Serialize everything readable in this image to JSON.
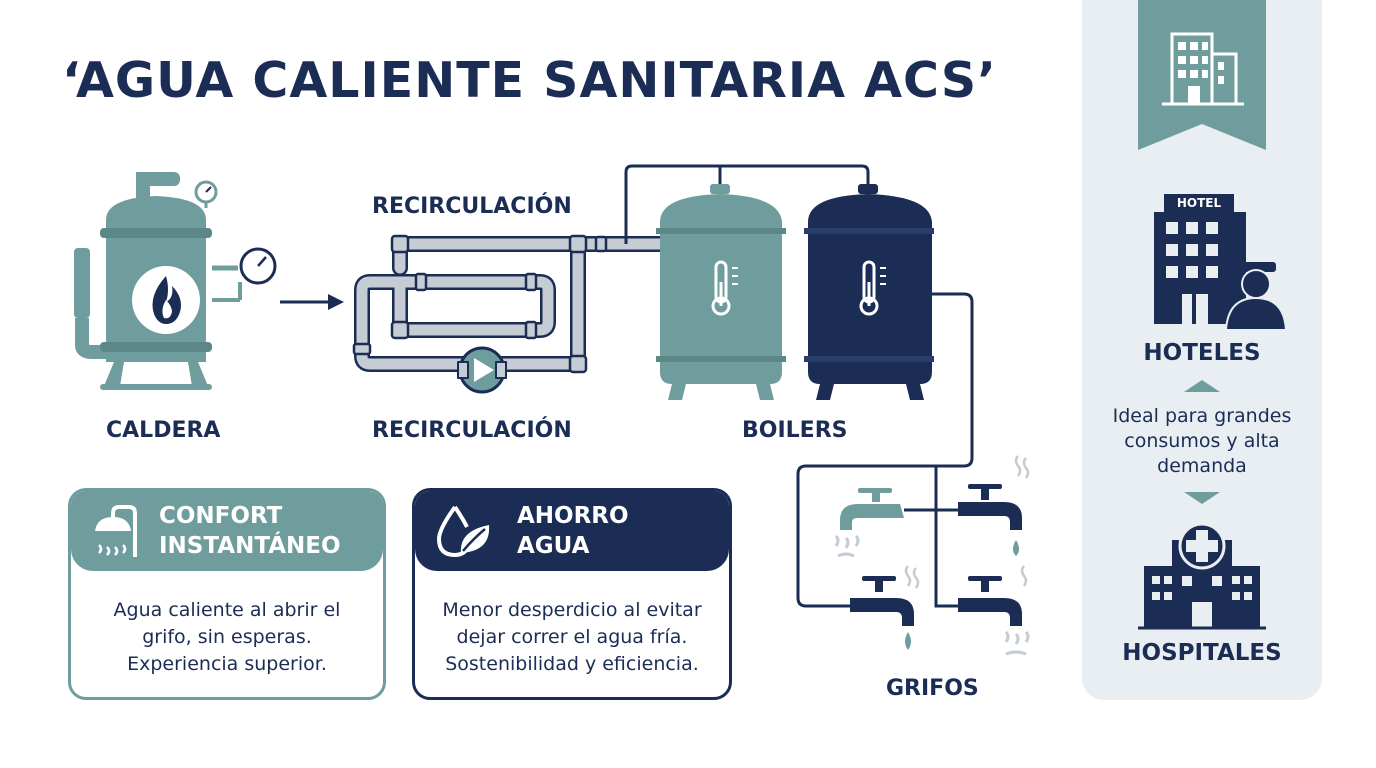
{
  "title": "‘AGUA CALIENTE SANITARIA ACS’",
  "diagram": {
    "caldera_label": "CALDERA",
    "recirculacion_top_label": "RECIRCULACIÓN",
    "recirculacion_bottom_label": "RECIRCULACIÓN",
    "boilers_label": "BOILERS",
    "grifos_label": "GRIFOS"
  },
  "cards": {
    "confort": {
      "title_line1": "CONFORT",
      "title_line2": "INSTANTÁNEO",
      "body_line1": "Agua caliente al abrir el",
      "body_line2": "grifo, sin esperas.",
      "body_line3": "Experiencia superior."
    },
    "ahorro": {
      "title_line1": "AHORRO",
      "title_line2": "AGUA",
      "body_line1": "Menor desperdicio al evitar",
      "body_line2": "dejar correr el agua fría.",
      "body_line3": "Sostenibilidad y eficiencia."
    }
  },
  "sidebar": {
    "hotel_sign": "HOTEL",
    "hoteles_label": "HOTELES",
    "description_line1": "Ideal para grandes",
    "description_line2": "consumos y alta",
    "description_line3": "demanda",
    "hospitales_label": "HOSPITALES"
  },
  "colors": {
    "navy": "#1b2d55",
    "teal": "#6f9c9c",
    "pipe_gray": "#c5ccd4",
    "panel_bg": "#e9eef2"
  }
}
